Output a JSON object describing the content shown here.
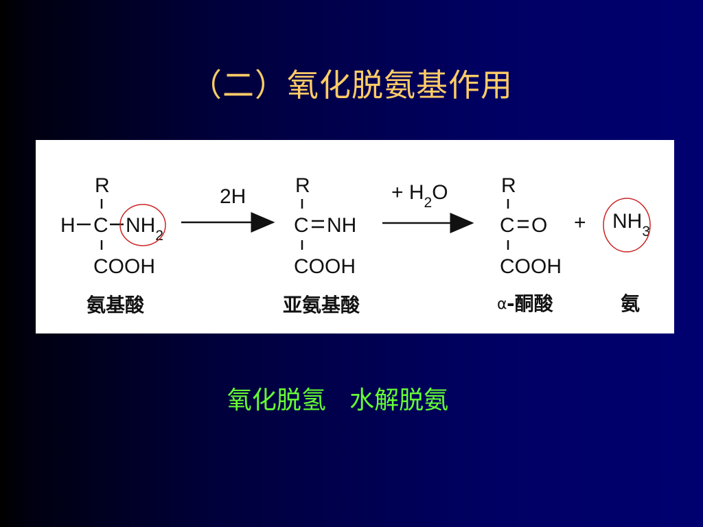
{
  "slide": {
    "title": "（二）氧化脱氨基作用",
    "caption": "氧化脱氢   水解脱氨"
  },
  "reaction": {
    "amino_acid": {
      "R": "R",
      "H": "H",
      "C": "C",
      "NH": "NH",
      "NH_sub": "2",
      "COOH": "COOH",
      "name": "氨基酸"
    },
    "arrow1_label": "2H",
    "imino_acid": {
      "R": "R",
      "C": "C",
      "NH": "NH",
      "COOH": "COOH",
      "name": "亚氨基酸"
    },
    "arrow2_label_prefix": "+ H",
    "arrow2_label_sub": "2",
    "arrow2_label_suffix": "O",
    "keto_acid": {
      "R": "R",
      "C": "C",
      "O": "O",
      "COOH": "COOH",
      "name_prefix": "α",
      "name": "-酮酸"
    },
    "plus": "+",
    "ammonia": {
      "NH": "NH",
      "NH_sub": "3",
      "name": "氨"
    }
  },
  "colors": {
    "title": "#ffcc66",
    "caption": "#66ff33",
    "highlight_circle": "#cc2222",
    "panel": "#ffffff"
  }
}
